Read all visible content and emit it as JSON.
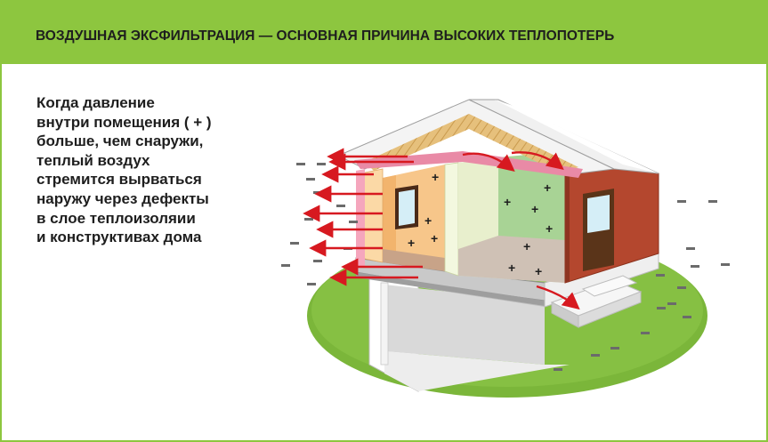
{
  "header": {
    "title": "ВОЗДУШНАЯ ЭКСФИЛЬТРАЦИЯ — ОСНОВНАЯ ПРИЧИНА ВЫСОКИХ ТЕПЛОПОТЕРЬ"
  },
  "description": {
    "lines": [
      "Когда давление",
      "внутри помещения ( + )",
      "больше, чем снаружи,",
      "теплый воздух",
      "стремится вырваться",
      "наружу через дефекты",
      "в слое теплоизоляии",
      "и конструктивах дома"
    ]
  },
  "diagram": {
    "inside_sign": "+",
    "outside_sign": "–",
    "colors": {
      "header_bg": "#8dc63f",
      "ground": "#7bb63a",
      "arrow": "#d71920",
      "insulation": "#e98aa6",
      "brick": "#b4472e",
      "wall_orange": "#f7c68a",
      "wall_green": "#a8d395",
      "roof_wood": "#e6c07c",
      "basement": "#e6e6e6"
    }
  }
}
